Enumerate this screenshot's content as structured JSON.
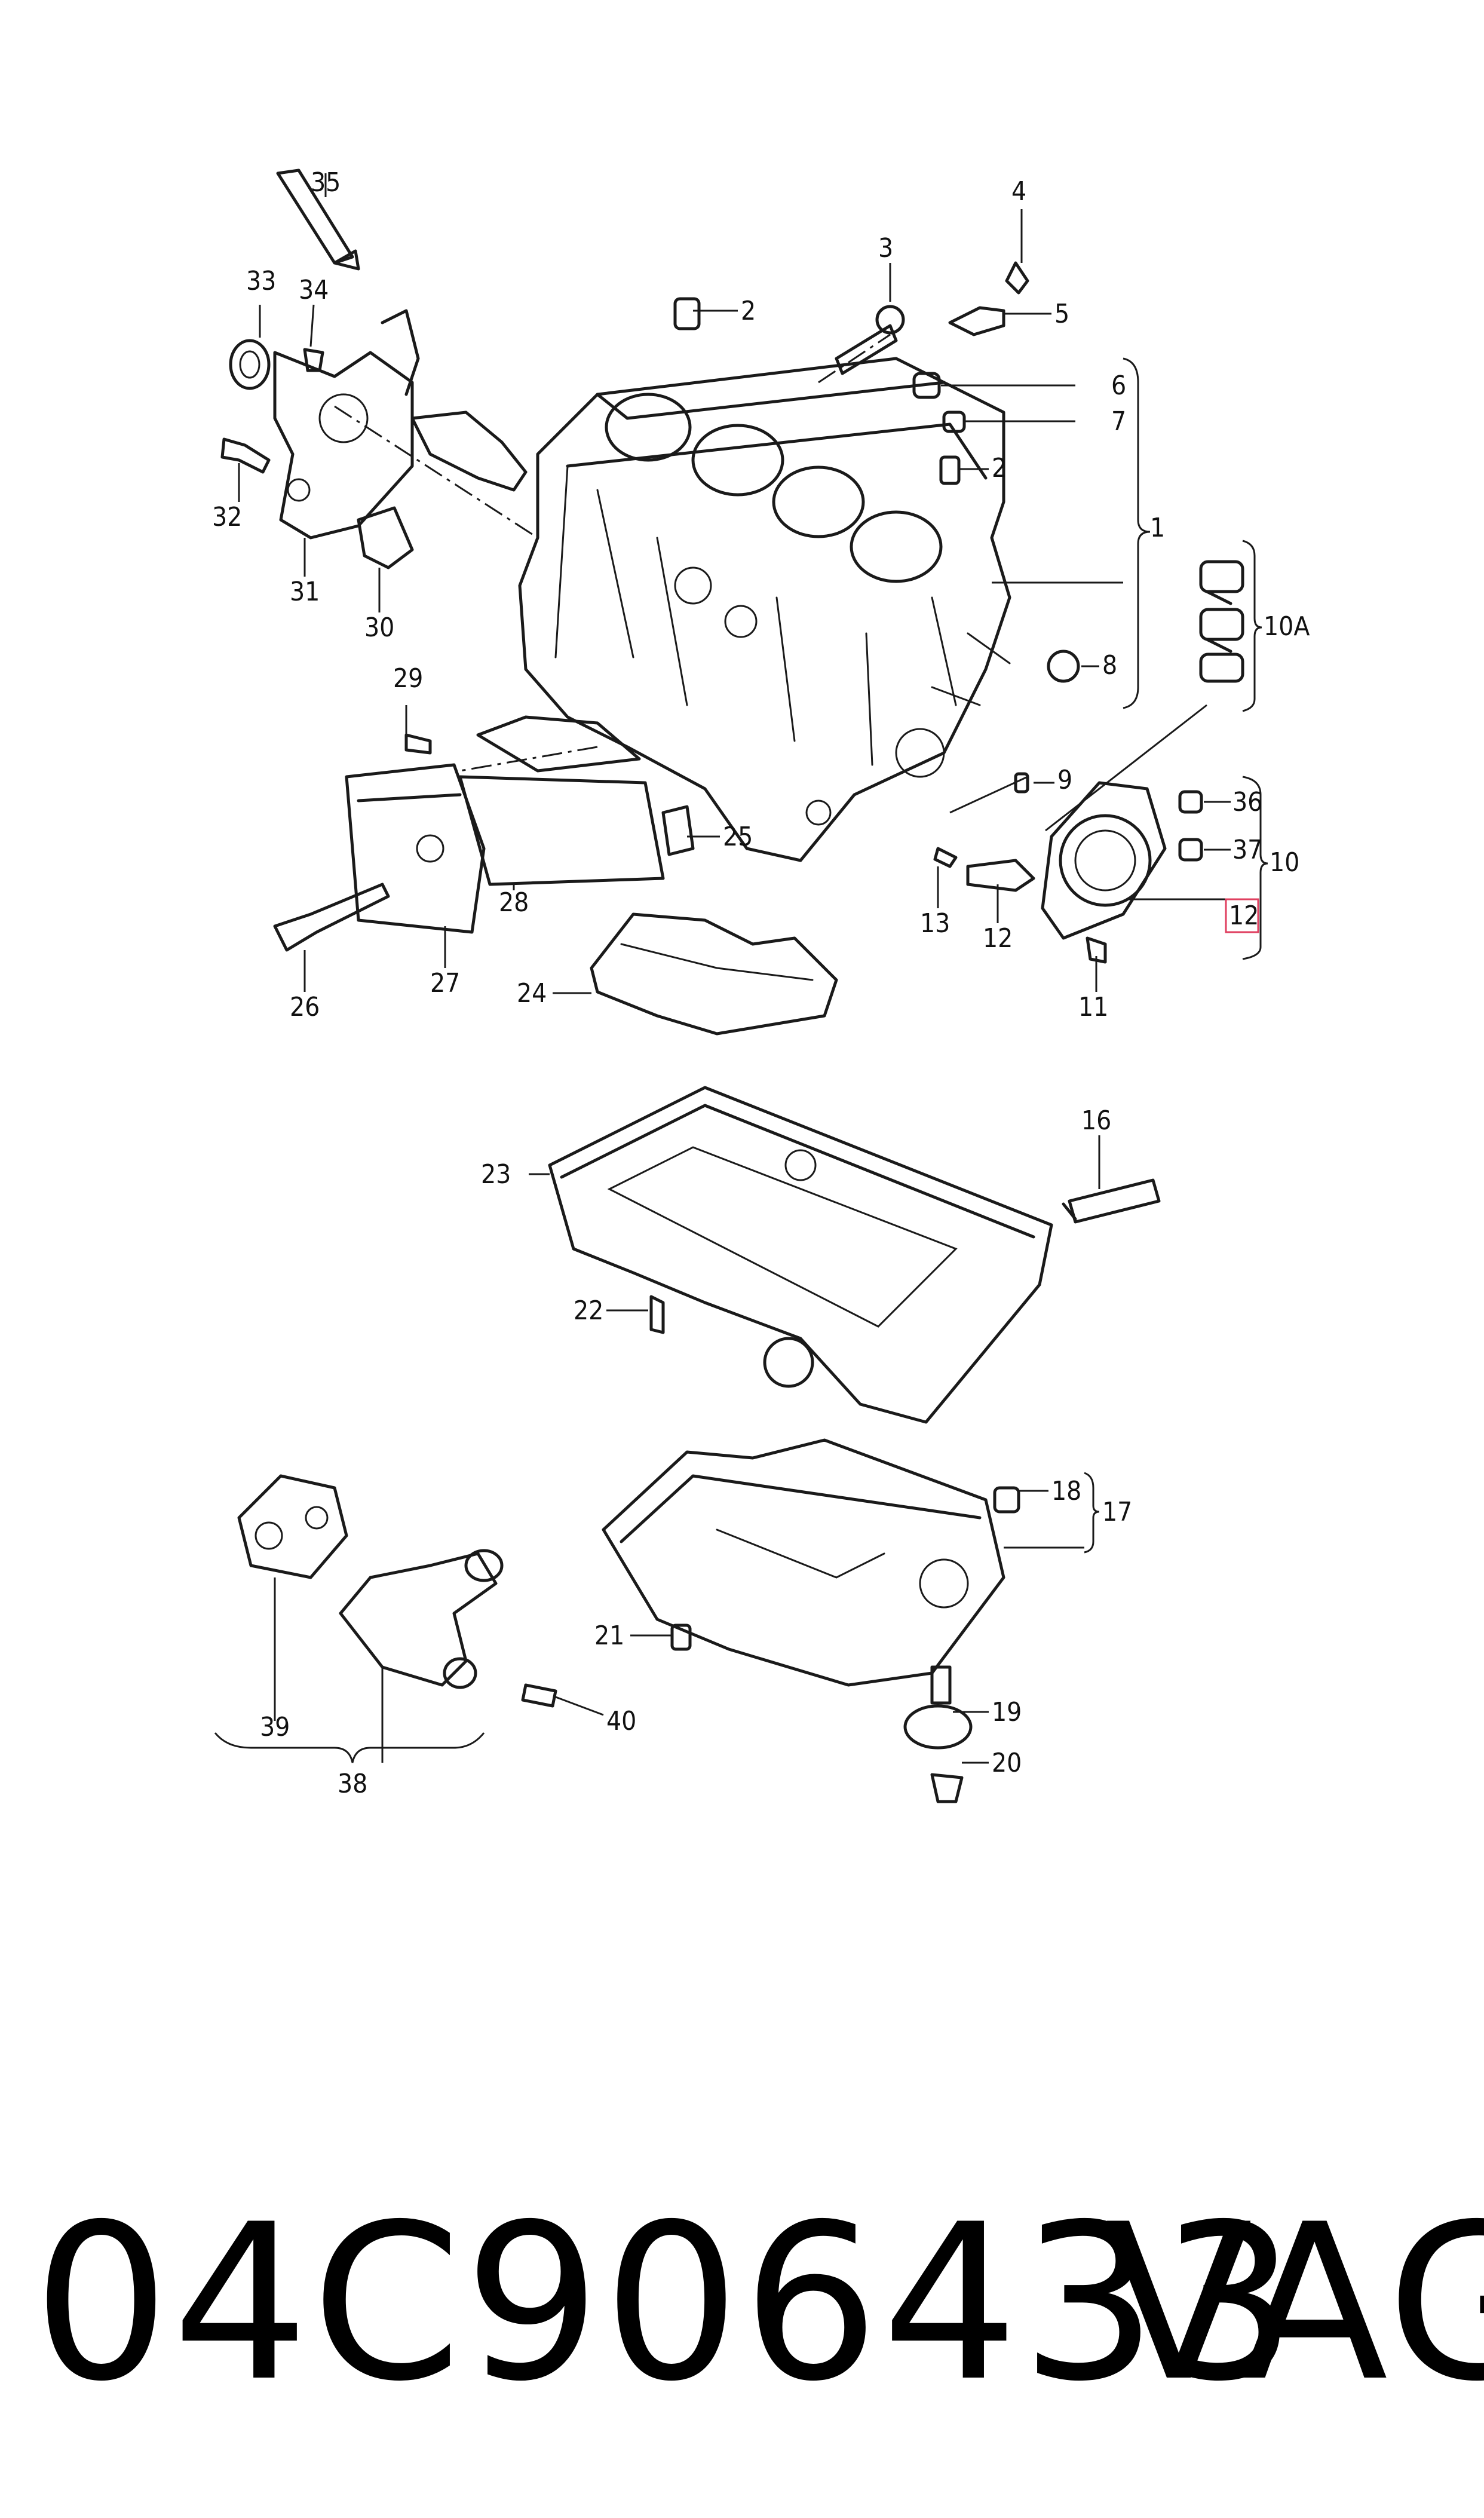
{
  "labels": {
    "l1": "1",
    "l2a": "2",
    "l2b": "2",
    "l3": "3",
    "l4": "4",
    "l5": "5",
    "l6": "6",
    "l7": "7",
    "l8": "8",
    "l9": "9",
    "l10": "10",
    "l10a": "10A",
    "l11": "11",
    "l12a": "12",
    "l12b": "12",
    "l13": "13",
    "l16": "16",
    "l17": "17",
    "l18": "18",
    "l19": "19",
    "l20": "20",
    "l21": "21",
    "l22": "22",
    "l23": "23",
    "l24": "24",
    "l25": "25",
    "l26": "26",
    "l27": "27",
    "l28": "28",
    "l29": "29",
    "l30": "30",
    "l31": "31",
    "l32": "32",
    "l33": "33",
    "l34": "34",
    "l35": "35",
    "l36": "36",
    "l37": "37",
    "l38": "38",
    "l39": "39",
    "l40": "40"
  },
  "caption": {
    "part_number": "04C906433",
    "brand": "VAG"
  },
  "colors": {
    "highlight": "#e04060",
    "line": "#1a1a1a"
  }
}
